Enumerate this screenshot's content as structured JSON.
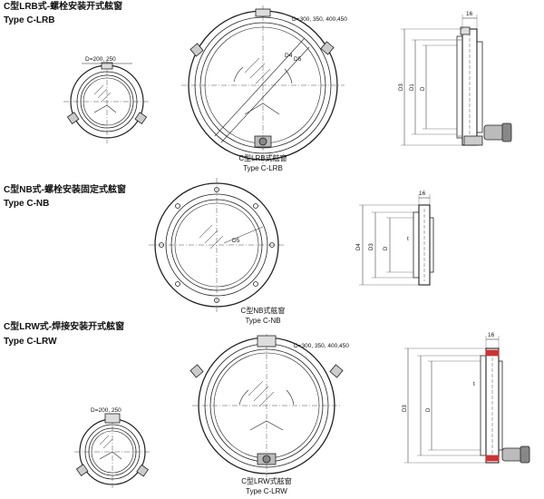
{
  "sections": [
    {
      "heading_cn": "C型LRB式-螺栓安装开式舷窗",
      "heading_en": "Type C-LRB",
      "small_dia_label": "D=200, 250",
      "large_dia_label": "D=300, 350, 400,450",
      "callout_d4": "D4",
      "callout_d5": "D5",
      "caption_cn": "C型LRB式舷窗",
      "caption_en": "Type C-LRB",
      "side_dims": {
        "top": "16",
        "d3": "D3",
        "d1": "D1",
        "d": "D"
      }
    },
    {
      "heading_cn": "C型NB式-螺栓安装固定式舷窗",
      "heading_en": "Type C-NB",
      "callout_d5": "D5",
      "caption_cn": "C型NB式舷窗",
      "caption_en": "Type C-NB",
      "side_dims": {
        "top": "16",
        "d4": "D4",
        "d3": "D3",
        "d": "D",
        "t": "t"
      }
    },
    {
      "heading_cn": "C型LRW式-焊接安装开式舷窗",
      "heading_en": "Type C-LRW",
      "small_dia_label": "D=200, 250",
      "large_dia_label": "D=300, 350, 400,450",
      "caption_cn": "C型LRW式舷窗",
      "caption_en": "Type C-LRW",
      "side_dims": {
        "top": "16",
        "d3": "D3",
        "d": "D",
        "t": "t"
      }
    }
  ]
}
